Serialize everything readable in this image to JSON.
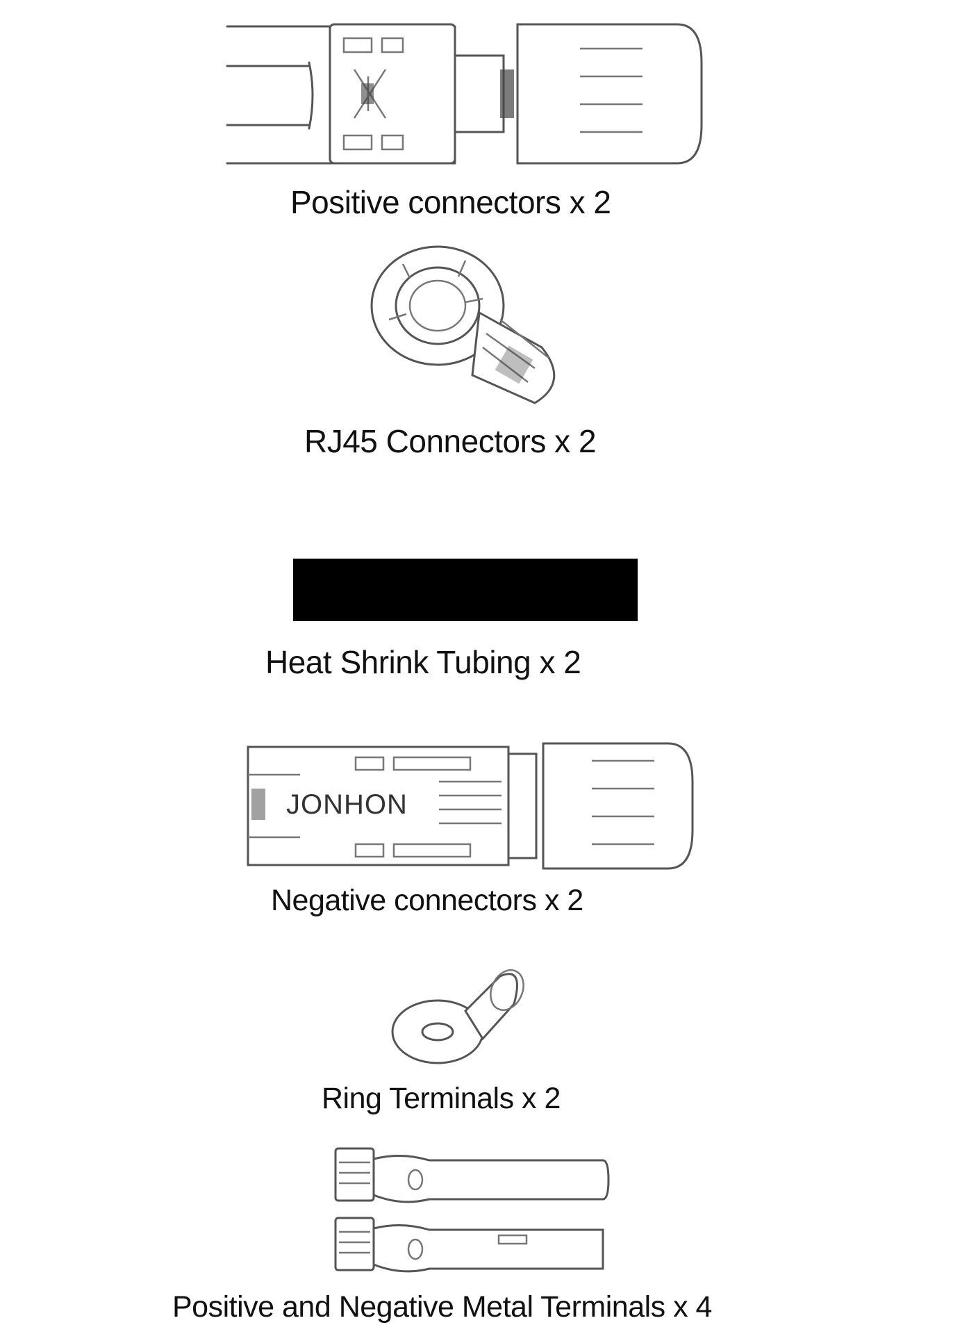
{
  "items": [
    {
      "label": "Positive connectors x 2",
      "icon": "positive-connector-icon"
    },
    {
      "label": "RJ45 Connectors x 2",
      "icon": "rj45-connector-icon"
    },
    {
      "label": "Heat Shrink Tubing x 2",
      "icon": "heat-shrink-tubing-icon"
    },
    {
      "label": "Negative connectors x 2",
      "icon": "negative-connector-icon",
      "imprint": "JONHON"
    },
    {
      "label": "Ring Terminals x 2",
      "icon": "ring-terminal-icon"
    },
    {
      "label": "Positive and Negative Metal Terminals x 4",
      "icon": "metal-terminals-icon"
    }
  ],
  "colors": {
    "line": "#555555",
    "tubing": "#000000",
    "background": "#ffffff"
  }
}
